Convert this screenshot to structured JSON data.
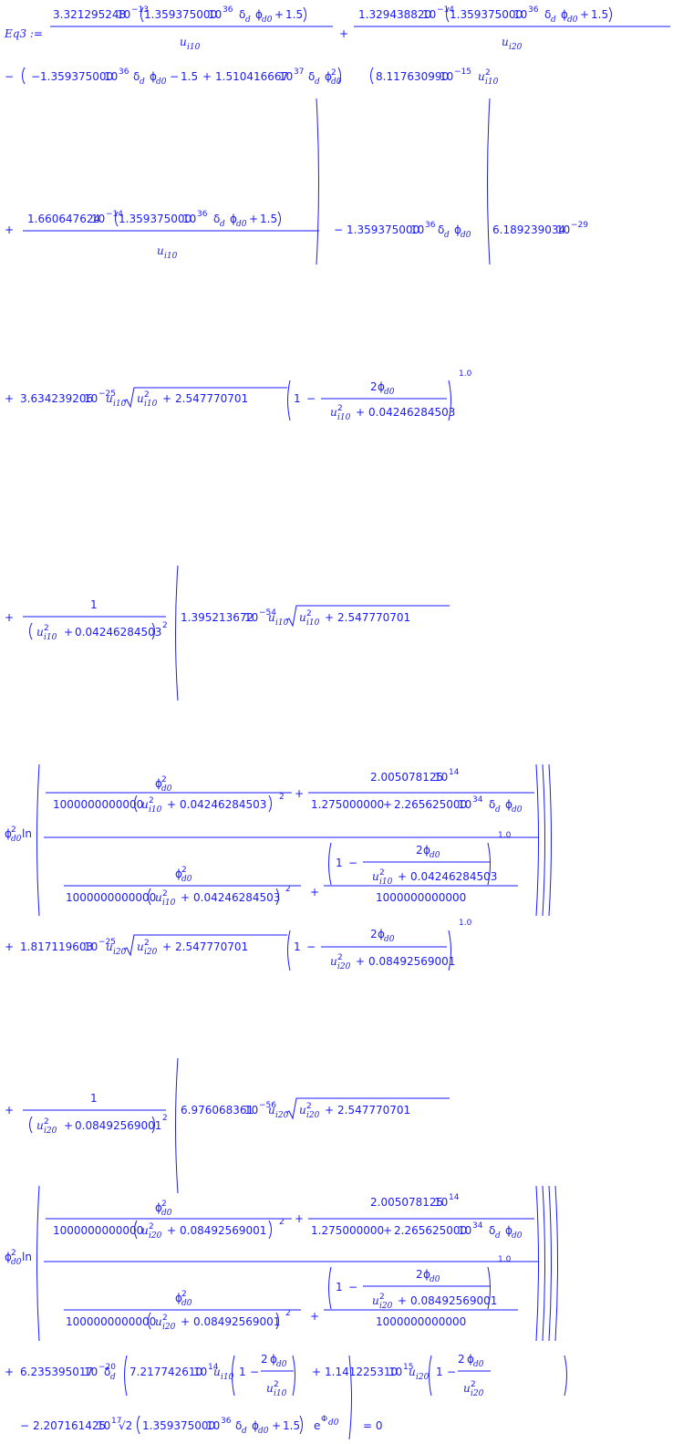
{
  "eq_label": "Eq3 :=",
  "equals": "= 0",
  "n": {
    "c1": "3.321295248",
    "c2": "1.329438820",
    "c3": "1.359375000",
    "c4": "1.510416667",
    "c5": "8.117630990",
    "c6": "1.660647624",
    "c7": "6.189239034",
    "c8": "3.634239206",
    "c9": "2.547770701",
    "c10": "0.04246284503",
    "c11": "1.395213672",
    "c12": "2.005078125",
    "c13": "1.275000000",
    "c14": "2.265625000",
    "c15": "1000000000000",
    "c16": "1.817119603",
    "c17": "0.08492569001",
    "c18": "6.976068361",
    "c19": "6.235395017",
    "c20": "7.217742610",
    "c21": "1.141225310",
    "c22": "2.207161425",
    "p15": "1.5",
    "one": "1",
    "two": "2",
    "one_p": "1.0"
  },
  "exp": {
    "e_13": "−13",
    "e_14": "−14",
    "e36": "36",
    "e37": "37",
    "e_15": "−15",
    "e_29": "−29",
    "e_25": "−25",
    "e_54": "−54",
    "e14": "14",
    "e34": "34",
    "e_56": "−56",
    "e_20": "−20",
    "e15": "15",
    "e17": "17",
    "sq": "2",
    "p1": "1.0"
  },
  "sym": {
    "ten": "10",
    "u": "u",
    "i10": "i10",
    "i20": "i20",
    "delta": "δ",
    "d": "d",
    "phi": "ϕ",
    "d0": "d0",
    "plus": "+",
    "minus": "−",
    "ln": "ln",
    "e": "e",
    "Phi": "Φ",
    "sqrt2": "√2"
  }
}
